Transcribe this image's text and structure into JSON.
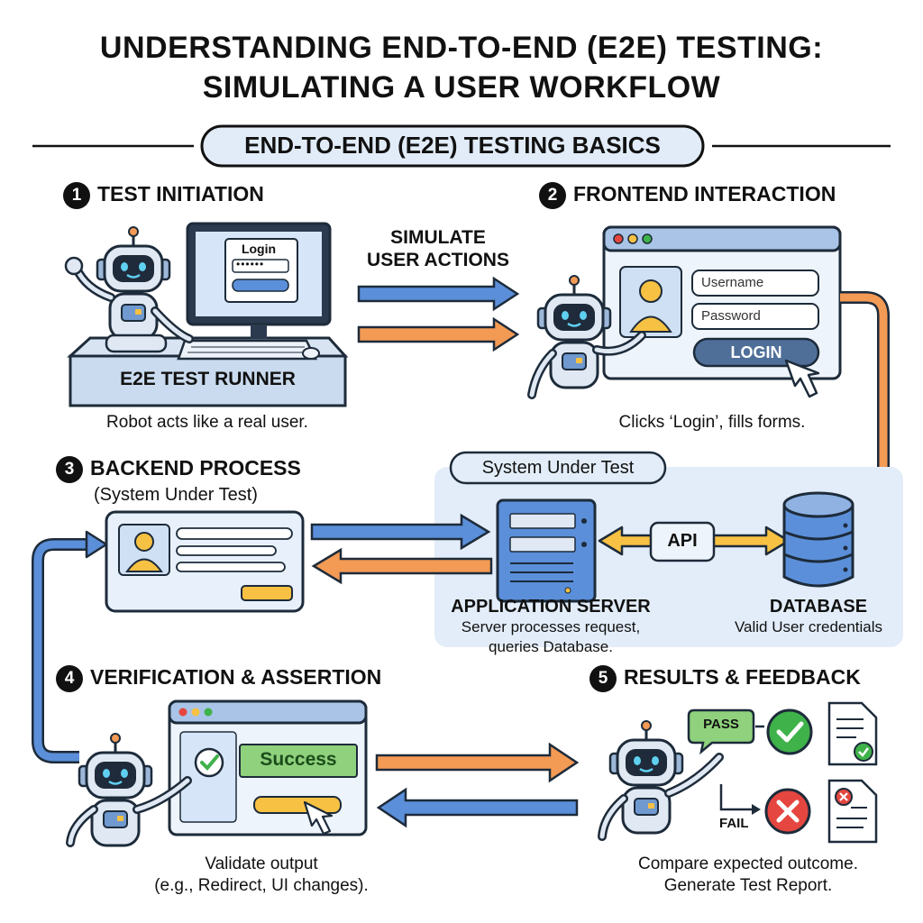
{
  "title": {
    "line1": "UNDERSTANDING END-TO-END (E2E) TESTING:",
    "line2": "SIMULATING A USER WORKFLOW"
  },
  "subtitle_banner": "END-TO-END (E2E) TESTING BASICS",
  "steps": [
    {
      "number": "1",
      "heading": "TEST INITIATION",
      "caption": "Robot acts like a real user."
    },
    {
      "number": "2",
      "heading": "FRONTEND INTERACTION",
      "caption": "Clicks ‘Login’, fills forms."
    },
    {
      "number": "3",
      "heading": "BACKEND PROCESS",
      "subheading": "(System Under Test)"
    },
    {
      "number": "4",
      "heading": "VERIFICATION & ASSERTION",
      "caption_line1": "Validate output",
      "caption_line2": "(e.g., Redirect, UI changes)."
    },
    {
      "number": "5",
      "heading": "RESULTS & FEEDBACK",
      "caption_line1": "Compare expected outcome.",
      "caption_line2": "Generate Test Report."
    }
  ],
  "test_runner": {
    "screen_label": "Login",
    "password_mask": "••••••",
    "desk_label": "E2E TEST RUNNER"
  },
  "simulate_arrow": {
    "line1": "SIMULATE",
    "line2": "USER ACTIONS"
  },
  "login_form": {
    "username_placeholder": "Username",
    "password_placeholder": "Password",
    "login_button": "LOGIN"
  },
  "system_under_test": {
    "label": "System Under Test",
    "api_label": "API",
    "server_label": "APPLICATION SERVER",
    "server_caption_line1": "Server processes request,",
    "server_caption_line2": "queries Database.",
    "database_label": "DATABASE",
    "database_caption": "Valid User credentials"
  },
  "verification": {
    "success_label": "Success"
  },
  "results": {
    "pass_label": "PASS",
    "fail_label": "FAIL"
  },
  "colors": {
    "blue_arrow": "#5b8fd9",
    "orange_arrow": "#f39a55",
    "panel_bg": "#e8f1fb",
    "sut_bg": "#e3edf9",
    "green": "#3fb24a",
    "red": "#e5463f",
    "yellow": "#f7c143"
  }
}
